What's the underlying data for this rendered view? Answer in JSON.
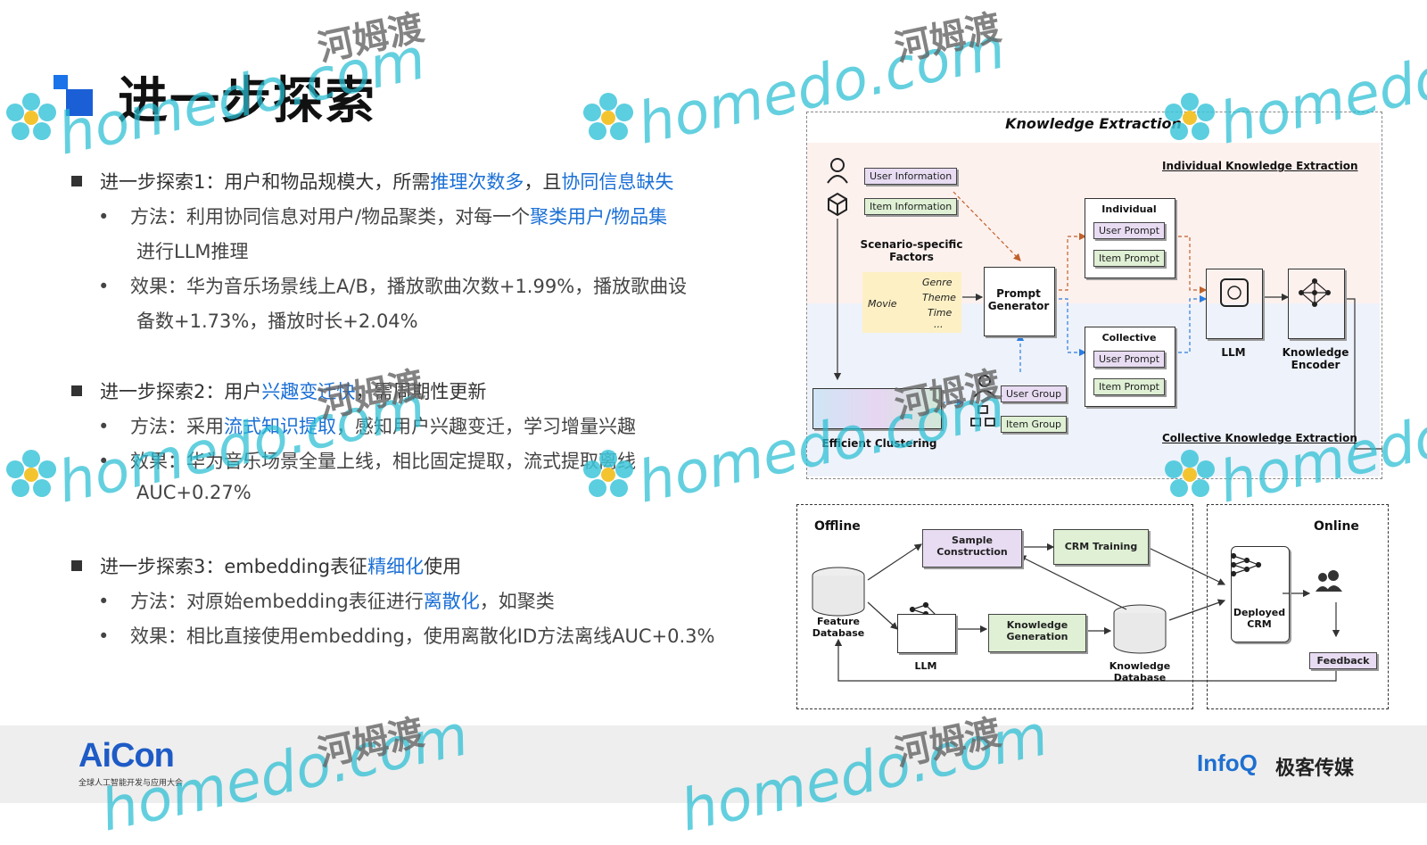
{
  "title": "进一步探索",
  "sections": [
    {
      "main": {
        "p1": "进一步探索1：用户和物品规模大，所需",
        "h1": "推理次数多",
        "p2": "，且",
        "h2": "协同信息缺失"
      },
      "method": {
        "p1": "方法：利用协同信息对用户/物品聚类，对每一个",
        "h1": "聚类用户/物品集",
        "cont": "进行LLM推理"
      },
      "effect": {
        "line1": "效果：华为音乐场景线上A/B，播放歌曲次数+1.99%，播放歌曲设",
        "line2": "备数+1.73%，播放时长+2.04%"
      }
    },
    {
      "main": {
        "p1": "进一步探索2：用户",
        "h1": "兴趣变迁快",
        "p2": "，需周期性更新"
      },
      "method": {
        "p1": "方法：采用",
        "h1": "流式知识提取",
        "p2": "，感知用户兴趣变迁，学习增量兴趣"
      },
      "effect": {
        "line1": "效果：华为音乐场景全量上线，相比固定提取，流式提取离线",
        "line2": "AUC+0.27%"
      }
    },
    {
      "main": {
        "p1": "进一步探索3：embedding表征",
        "h1": "精细化",
        "p2": "使用"
      },
      "method": {
        "p1": "方法：对原始embedding表征进行",
        "h1": "离散化",
        "p2": "，如聚类"
      },
      "effect": {
        "line1": "效果：相比直接使用embedding，使用离散化ID方法离线AUC+0.3%"
      }
    }
  ],
  "diagram_top": {
    "title": "Knowledge Extraction",
    "individual_header": "Individual Knowledge Extraction",
    "collective_header": "Collective Knowledge Extraction",
    "user_information": "User Information",
    "item_information": "Item Information",
    "scenario_factors": [
      "Scenario-specific",
      "Factors"
    ],
    "movie": "Movie",
    "factor_items": [
      "Genre",
      "Theme",
      "Time",
      "..."
    ],
    "prompt_generator": [
      "Prompt",
      "Generator"
    ],
    "individual": "Individual",
    "collective": "Collective",
    "user_prompt": "User Prompt",
    "item_prompt": "Item Prompt",
    "llm": "LLM",
    "knowledge_encoder": [
      "Knowledge",
      "Encoder"
    ],
    "user_group": "User Group",
    "item_group": "Item Group",
    "efficient_clustering": "Efficient Clustering"
  },
  "diagram_bottom": {
    "offline": "Offline",
    "online": "Online",
    "sample_construction": [
      "Sample",
      "Construction"
    ],
    "crm_training": "CRM Training",
    "feature_database": [
      "Feature",
      "Database"
    ],
    "llm": "LLM",
    "knowledge_generation": [
      "Knowledge",
      "Generation"
    ],
    "knowledge_database": [
      "Knowledge",
      "Database"
    ],
    "deployed_crm": [
      "Deployed",
      "CRM"
    ],
    "feedback": "Feedback"
  },
  "footer": {
    "aicon": "AiCon",
    "aicon_sub": "全球人工智能开发与应用大会",
    "infoq": "InfoQ",
    "geek": "极客传媒"
  },
  "watermark": {
    "latin": "homedo.com",
    "chinese": "河姆渡"
  },
  "colors": {
    "highlight": "#1a6fd6",
    "title_accent": "#1a5fd6",
    "watermark": "#28bed2"
  }
}
